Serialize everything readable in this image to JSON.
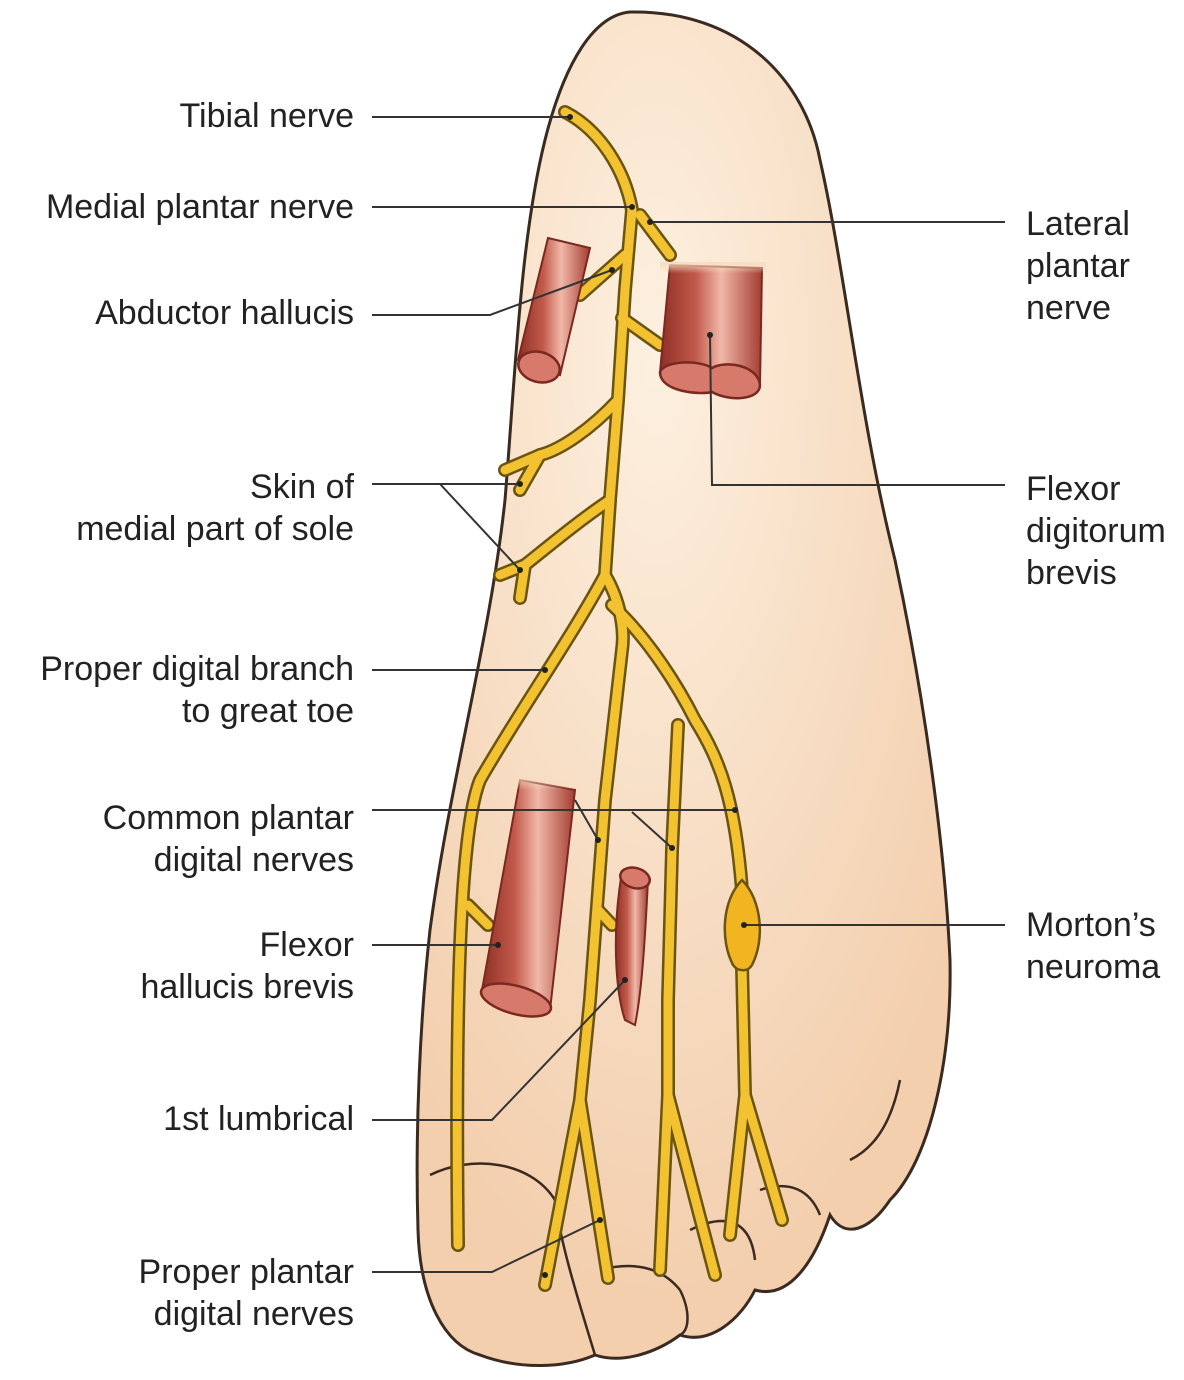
{
  "labels": {
    "tibial_nerve": [
      "Tibial nerve"
    ],
    "medial_plantar_nerve": [
      "Medial plantar nerve"
    ],
    "abductor_hallucis": [
      "Abductor hallucis"
    ],
    "skin_medial_sole": [
      "Skin of",
      "medial part of sole"
    ],
    "proper_digital_branch": [
      "Proper digital branch",
      "to great toe"
    ],
    "common_plantar_digital": [
      "Common plantar",
      "digital nerves"
    ],
    "flexor_hallucis_brevis": [
      "Flexor",
      "hallucis brevis"
    ],
    "first_lumbrical": [
      "1st lumbrical"
    ],
    "proper_plantar_digital": [
      "Proper plantar",
      "digital nerves"
    ],
    "lateral_plantar_nerve": [
      "Lateral",
      "plantar",
      "nerve"
    ],
    "flexor_digitorum_brevis": [
      "Flexor",
      "digitorum",
      "brevis"
    ],
    "mortons_neuroma": [
      "Morton’s",
      "neuroma"
    ]
  },
  "colors": {
    "skin": "#f7dcc0",
    "skin_outline": "#3a2a20",
    "nerve": "#f2c230",
    "nerve_outline": "#6b5410",
    "muscle": "#b5473b",
    "muscle_dark": "#7a2820",
    "leader_line": "#333333",
    "text": "#222222"
  }
}
